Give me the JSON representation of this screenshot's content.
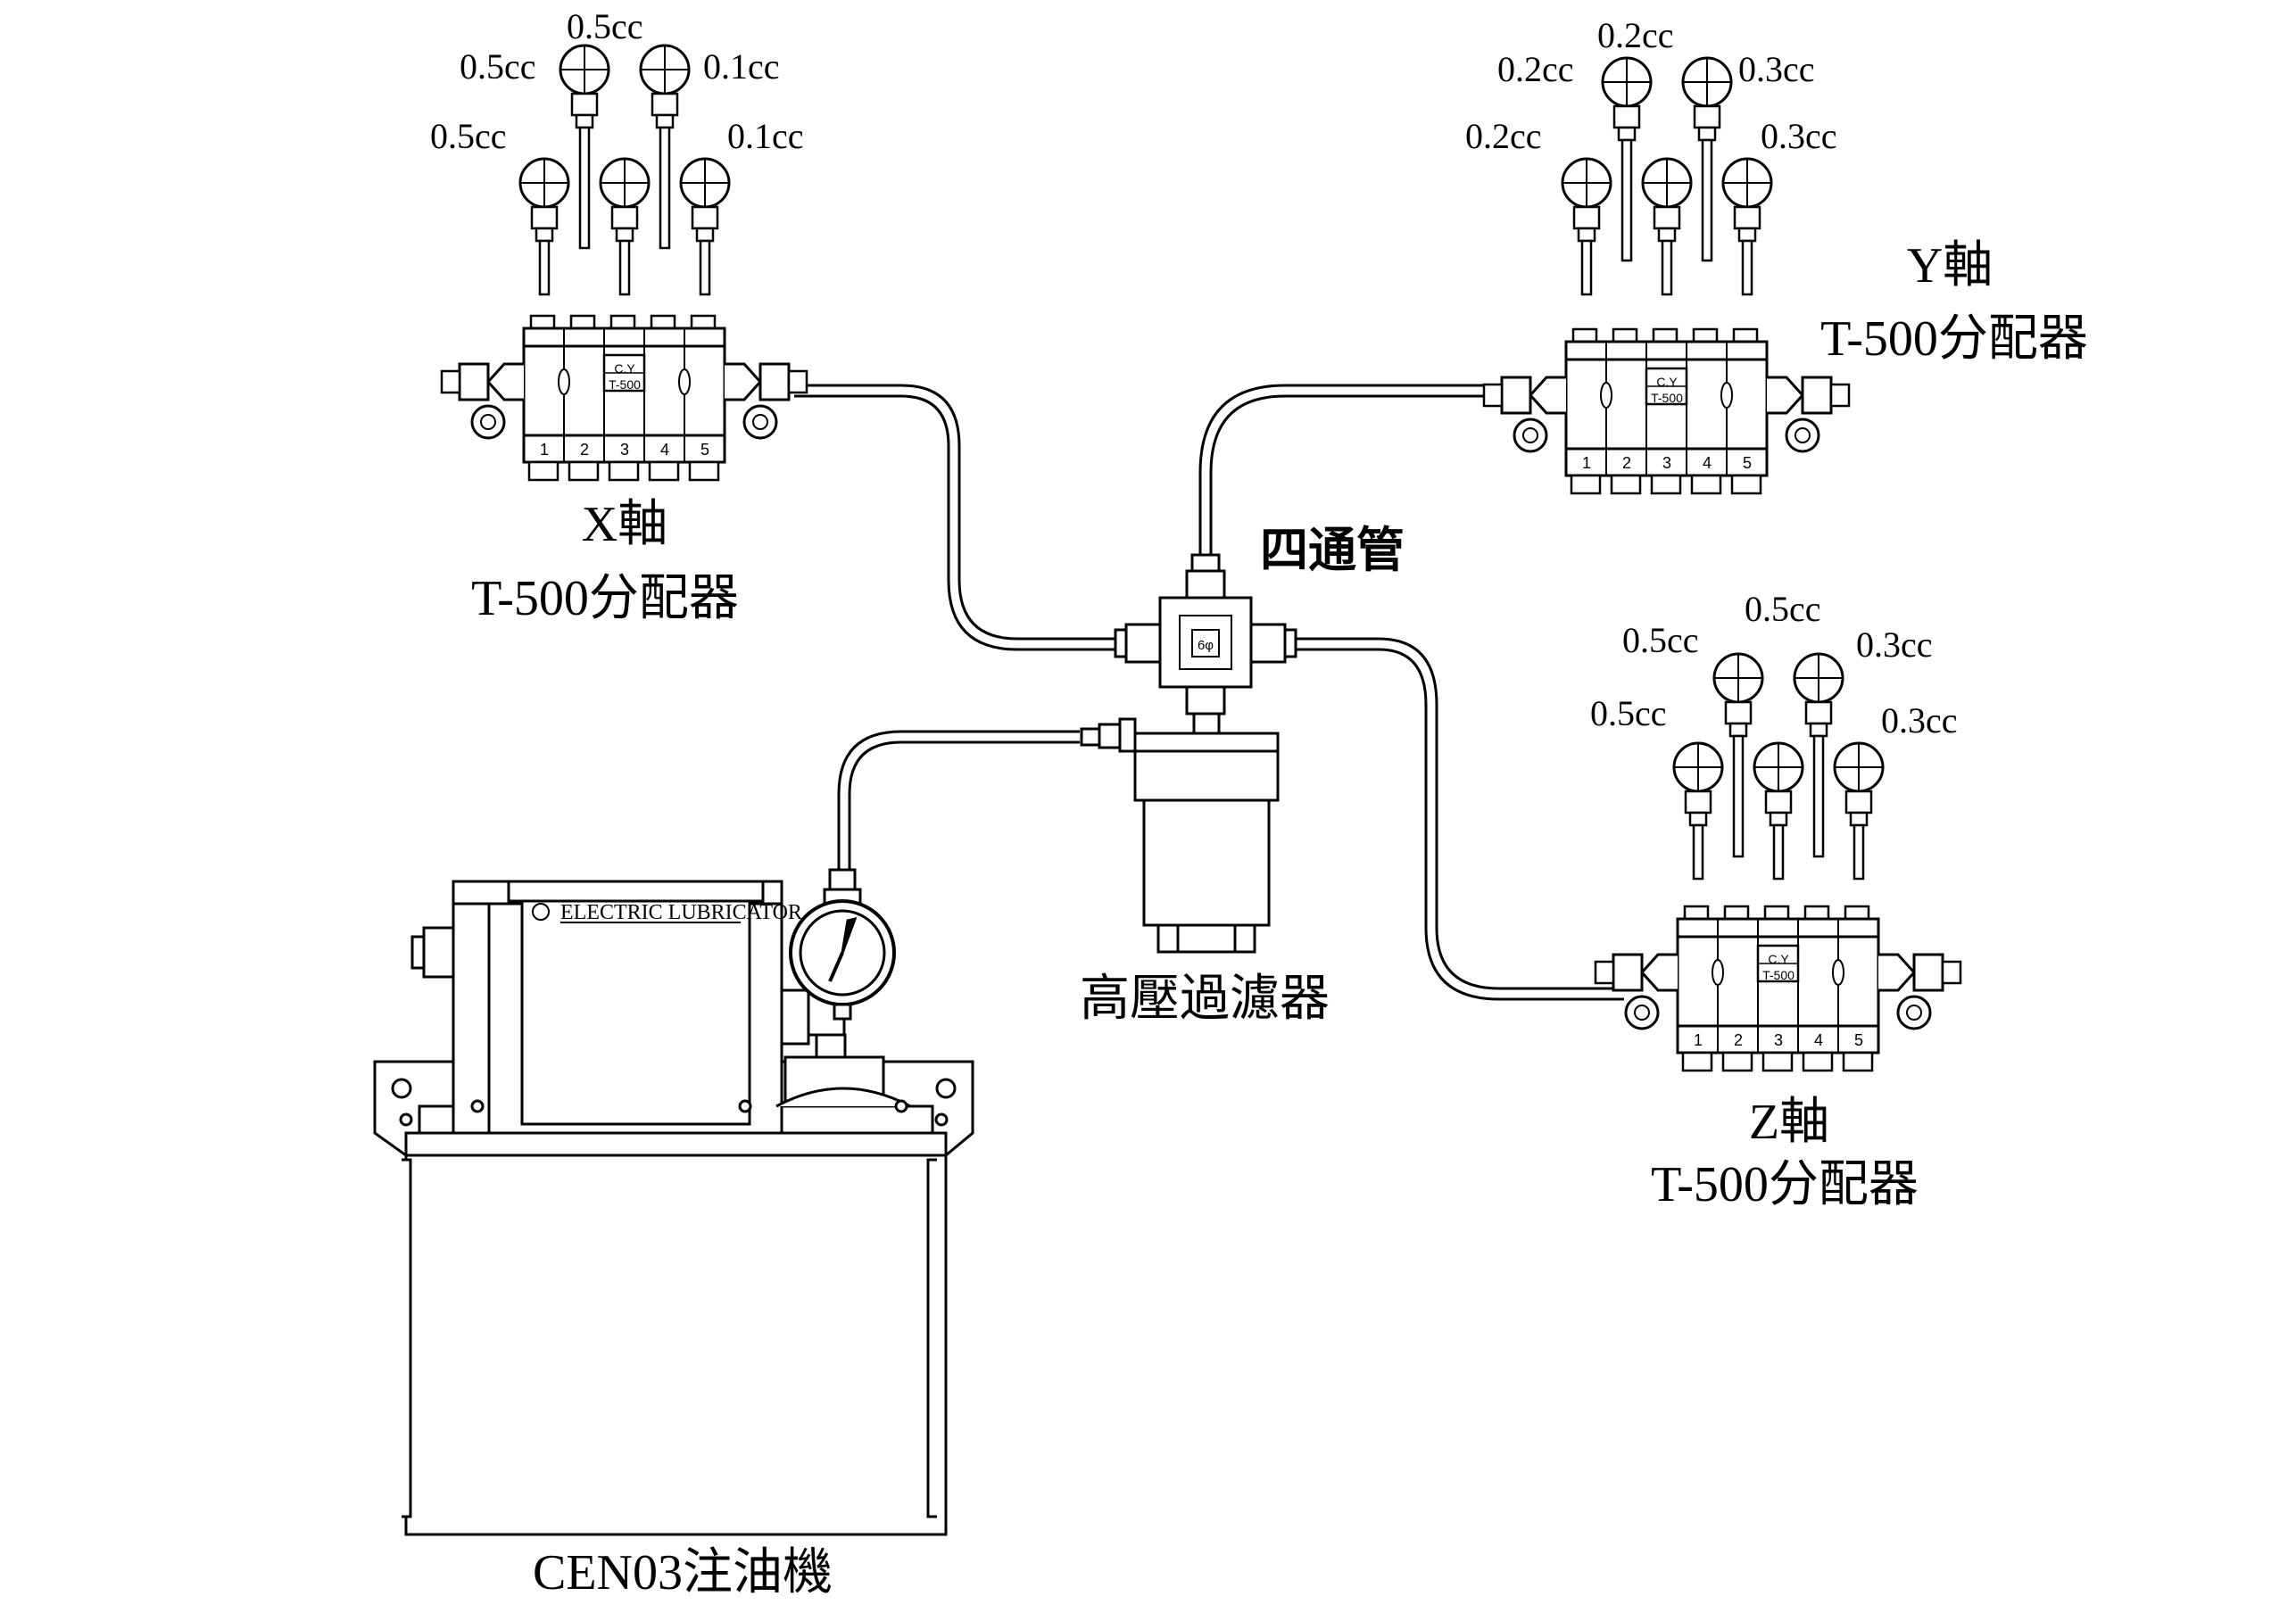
{
  "diagram": {
    "x_axis": {
      "axis_label": "X軸",
      "model": "T-500分配器",
      "outputs": [
        "0.5cc",
        "0.5cc",
        "0.5cc",
        "0.1cc",
        "0.1cc"
      ],
      "plate_brand": "C.Y",
      "plate_model": "T-500",
      "ports": [
        "1",
        "2",
        "3",
        "4",
        "5"
      ]
    },
    "y_axis": {
      "axis_label": "Y軸",
      "model": "T-500分配器",
      "outputs": [
        "0.2cc",
        "0.2cc",
        "0.2cc",
        "0.3cc",
        "0.3cc"
      ],
      "plate_brand": "C.Y",
      "plate_model": "T-500",
      "ports": [
        "1",
        "2",
        "3",
        "4",
        "5"
      ]
    },
    "z_axis": {
      "axis_label": "Z軸",
      "model": "T-500分配器",
      "outputs": [
        "0.5cc",
        "0.5cc",
        "0.5cc",
        "0.3cc",
        "0.3cc"
      ],
      "plate_brand": "C.Y",
      "plate_model": "T-500",
      "ports": [
        "1",
        "2",
        "3",
        "4",
        "5"
      ]
    },
    "four_way": {
      "label": "四通管",
      "fitting_mark": "6φ"
    },
    "filter": {
      "label": "高壓過濾器"
    },
    "lubricator": {
      "label": "CEN03注油機",
      "panel_title": "ELECTRIC LUBRICATOR"
    }
  }
}
